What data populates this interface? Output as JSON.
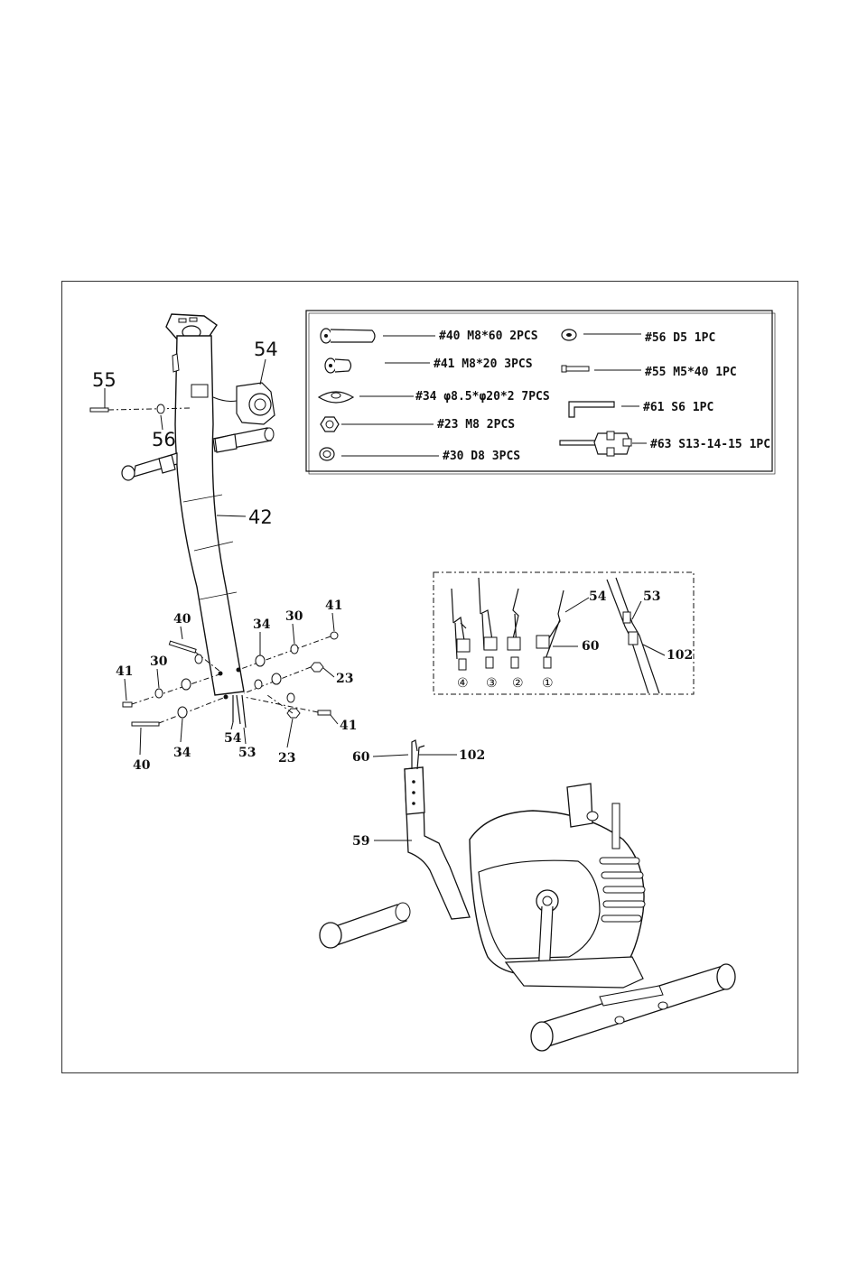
{
  "hardware_box": {
    "items": [
      {
        "text": "#40 M8*60 2PCS",
        "icon": "long-bolt-icon"
      },
      {
        "text": "#41 M8*20 3PCS",
        "icon": "short-bolt-icon"
      },
      {
        "text": "#34 φ8.5*φ20*2 7PCS",
        "icon": "curved-washer-icon"
      },
      {
        "text": "#23 M8  2PCS",
        "icon": "nut-icon"
      },
      {
        "text": "#30 D8 3PCS",
        "icon": "washer-icon"
      },
      {
        "text": "#56 D5 1PC",
        "icon": "small-washer-icon"
      },
      {
        "text": "#55 M5*40 1PC",
        "icon": "screw-icon"
      },
      {
        "text": "#61 S6  1PC",
        "icon": "allen-key-icon"
      },
      {
        "text": "#63 S13-14-15 1PC",
        "icon": "wrench-icon"
      }
    ]
  },
  "callouts": {
    "c54_top": "54",
    "c55": "55",
    "c56": "56",
    "c42": "42",
    "c40a": "40",
    "c34a": "34",
    "c30a": "30",
    "c41a": "41",
    "c41b": "41",
    "c30b": "30",
    "c23a": "23",
    "c40b": "40",
    "c34b": "34",
    "c54b": "54",
    "c53b": "53",
    "c23b": "23",
    "c41c": "41",
    "d54": "54",
    "d60": "60",
    "d53": "53",
    "d102": "102",
    "b60": "60",
    "b102": "102",
    "b59": "59"
  },
  "detail_steps": [
    "④",
    "③",
    "②",
    "①"
  ]
}
